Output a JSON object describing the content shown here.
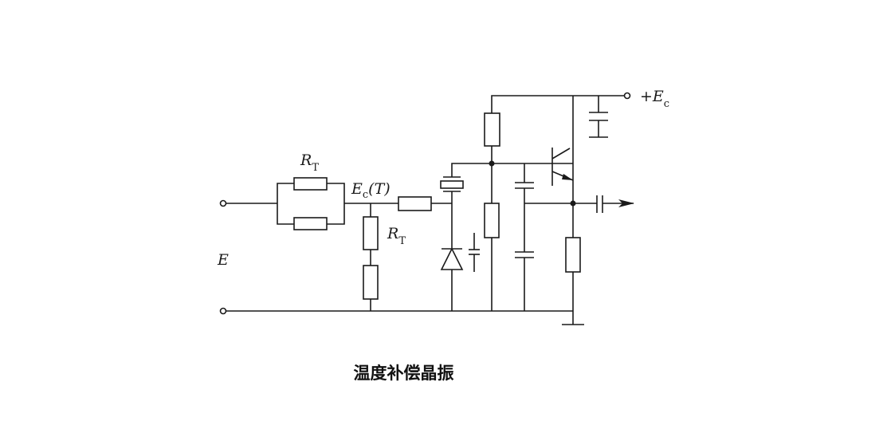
{
  "caption": "温度补偿晶振",
  "labels": {
    "rt_top": {
      "main": "R",
      "sub": "T"
    },
    "rt_side": {
      "main": "R",
      "sub": "T"
    },
    "ec_t": {
      "main": "E",
      "sub": "c",
      "suffix": "(T)"
    },
    "e_input": "E",
    "supply": {
      "prefix": "+",
      "main": "E",
      "sub": "c"
    }
  },
  "components": [
    "thermistor-parallel-pair",
    "thermistor-divider",
    "series-resistor",
    "crystal",
    "varactor-diode",
    "trimmer-capacitor",
    "bias-resistors",
    "feedback-capacitors",
    "npn-transistor",
    "emitter-resistor",
    "output-capacitor",
    "bypass-capacitor",
    "ground"
  ]
}
